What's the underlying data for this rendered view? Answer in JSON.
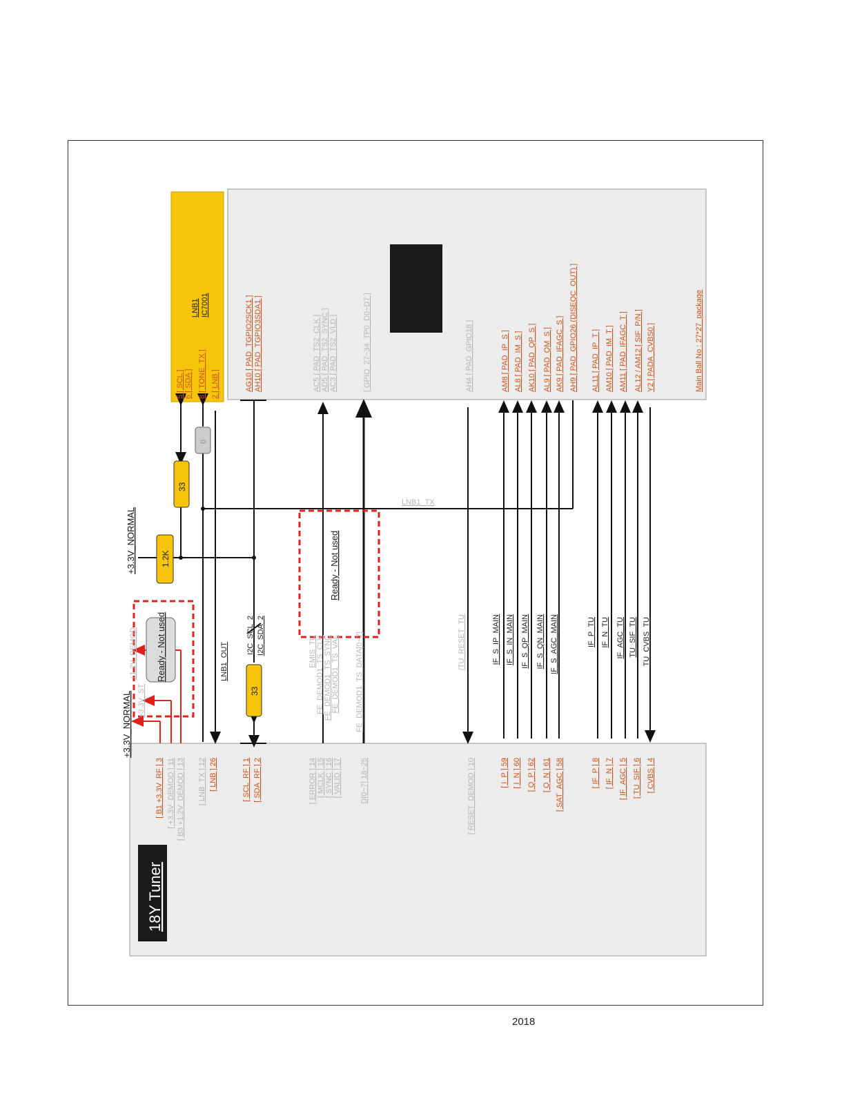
{
  "title": "18Y Tuner",
  "footer_year": "2018",
  "main_ic": {
    "name": "LNB1",
    "ref": "IC7001",
    "package_note": "Main Ball No : 27*27_package"
  },
  "components": {
    "r1": "1.2K",
    "r2": "33",
    "r3": "33",
    "small": "0"
  },
  "power": {
    "top": "+3.3V_NORMAL",
    "bottom": "+3.3V_NORMAL",
    "st": "+3.3V_ST",
    "demod": "+1.2V_DEMOD"
  },
  "not_used": {
    "label1": "Ready - Not used",
    "label2": "Ready - Not used"
  },
  "lnb_pins": [
    "5 [ SCL ]",
    "6 [ SDA ]",
    "8 [ TONE_TX ]",
    "2 [ LNB ]"
  ],
  "soc_i2c_pins": [
    "AG10 [ PAD_TGPIO2SCK1 ]",
    "AH10 [ PAD_TGPIO3SDA1 ]"
  ],
  "soc_ts_pins": [
    "AC5 [ PAD_TS2_CLK ]",
    "AD5 [ PAD_TS2_SYNC ]",
    "AC3 [ PAD_TS2_VLD ]"
  ],
  "soc_gpio": "[ GPIO_27~34_TP0_D0~D7 ]",
  "soc_reset": "AH4 [ PAD_GPIO18 ]",
  "soc_if_main": [
    "AM8 [ PAD_IP_S ]",
    "AL8 [ PAD_IM_S ]",
    "AK10 [ PAD_QP_S ]",
    "AL9 [ PAD_QM_S ]",
    "AK9 [ PAD_IFAGC_S ]",
    "AH9 [ PAD_GPIO26 (DISEQC_OUT) ]"
  ],
  "soc_if_tu": [
    "AL11 [ PAD_IP_T ]",
    "AM10 [ PAD_IM_T ]",
    "AM11 [ PAD_IFAGC_T ]",
    "AL12 / AM12 [ SIF_P/N ]",
    "Y2 [ PADA_CVBS0 ]"
  ],
  "tuner_pins": {
    "power": [
      "[ B1 +3.3V_RF ] 3",
      "[ +3.3V_DEMOD ] 11",
      "[ B3 +1.2V_DEMOD ] 13"
    ],
    "lnb": [
      "[ LNB_TX ] 12",
      "[ LNB ] 26"
    ],
    "i2c": [
      "[ SCL_RF ] 1",
      "[ SDA_RF ] 2"
    ],
    "ts": [
      "[ ERROR ] 14",
      "[ MCLK ] 15",
      "[ SYNC ] 16",
      "[ VALID ] 17"
    ],
    "data": "D[0~7] 18~25",
    "reset": "[ RESET_DEMOD ] 10",
    "if_main": [
      "[ I_P ] 59",
      "[ I_N ] 60",
      "[ Q_P ] 62",
      "[ Q_N ] 61",
      "[ SAT_AGC ] 58"
    ],
    "if_tu": [
      "[ IF_P ] 8",
      "[ IF_N ] 7",
      "[ IF_AGC ] 5",
      "[ TU_SIF ] 6",
      "[ CVBS ] 4"
    ]
  },
  "nets": {
    "lnb_tx": "LNB1_TX",
    "lnb_out": "LNB1_OUT",
    "i2c": [
      "I2C_SCL_2",
      "I2C_SDA_2"
    ],
    "ts": [
      "EMIS_TU",
      "FE_DEMOD1_TS_CLK",
      "FE_DEMOD1_TS_SYNC",
      "FE_DEMOD1_TS_VAL"
    ],
    "ts_data": "FE_DEMOD1_TS_DATA[0~7]",
    "reset": "/TU_RESET_TU",
    "if_main": [
      "IF_S_IP_MAIN",
      "IF_S_IN_MAIN",
      "IF_S_QP_MAIN",
      "IF_S_QN_MAIN",
      "IF_S_AGC_MAIN"
    ],
    "if_tu": [
      "IF_P_TU",
      "IF_N_TU",
      "IF_AGC_TU",
      "TU_SIF_TU",
      "TU_CVBS_TU"
    ]
  }
}
